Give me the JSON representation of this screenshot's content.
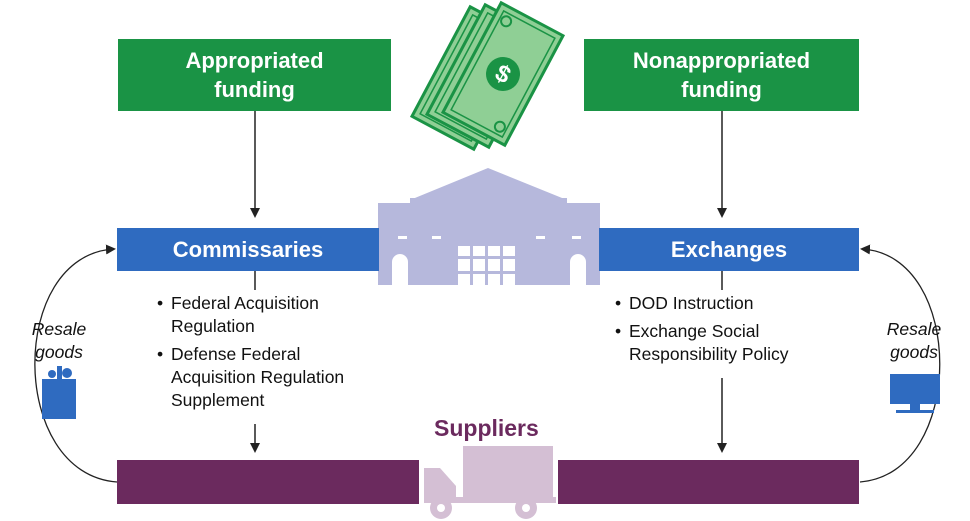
{
  "funding": {
    "appropriated": "Appropriated\nfunding",
    "nonappropriated": "Nonappropriated\nfunding"
  },
  "commissaries": {
    "title": "Commissaries",
    "bullets": [
      "Federal Acquisition\nRegulation",
      "Defense Federal\nAcquisition Regulation\nSupplement"
    ]
  },
  "exchanges": {
    "title": "Exchanges",
    "bullets": [
      "DOD Instruction",
      "Exchange Social\nResponsibility Policy"
    ]
  },
  "suppliers": {
    "label": "Suppliers"
  },
  "resale": {
    "left": "Resale\ngoods",
    "right": "Resale\ngoods"
  },
  "colors": {
    "green": "#1a9345",
    "blue": "#2f6bc0",
    "purple": "#6b2a5e",
    "building": "#b6b8dc",
    "truck": "#d4bfd4",
    "money": "#7fbf86"
  },
  "icons": [
    "money-icon",
    "building-icon",
    "truck-icon",
    "shopping-bag-icon",
    "monitor-icon"
  ]
}
